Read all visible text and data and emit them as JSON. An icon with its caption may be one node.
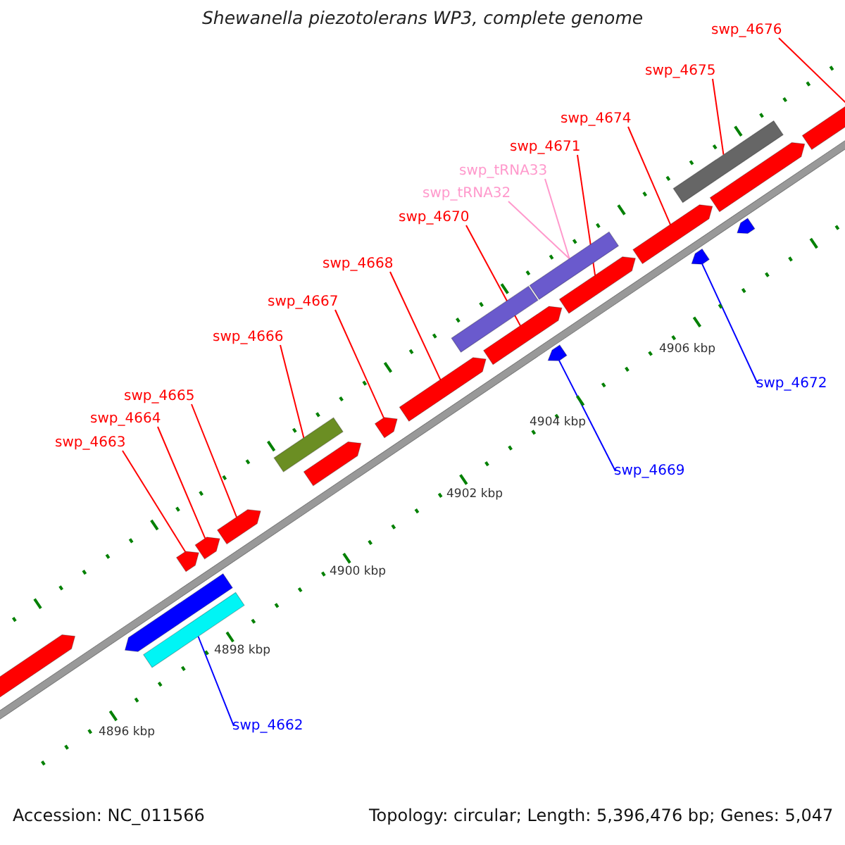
{
  "diagram": {
    "title": "Shewanella piezotolerans WP3, complete genome",
    "nodes": [
      {
        "text": [
          "swp_4676"
        ]
      },
      {
        "text": [
          "swp_4675"
        ]
      },
      {
        "text": [
          "swp_4674"
        ]
      },
      {
        "text": [
          "swp_4671"
        ]
      },
      {
        "text": [
          "swp_tRNA33"
        ]
      },
      {
        "text": [
          "swp_tRNA32"
        ]
      },
      {
        "text": [
          "swp_4670"
        ]
      },
      {
        "text": [
          "swp_4668"
        ]
      },
      {
        "text": [
          "swp_4667"
        ]
      },
      {
        "text": [
          "swp_4666"
        ]
      },
      {
        "text": [
          "swp_4665"
        ]
      },
      {
        "text": [
          "swp_4664"
        ]
      },
      {
        "text": [
          "swp_4663"
        ]
      },
      {
        "text": [
          "swp_4672"
        ]
      },
      {
        "text": [
          "swp_4669"
        ]
      },
      {
        "text": [
          "swp_4662"
        ]
      },
      {
        "text": [],
        "shape": "arrow"
      },
      {
        "text": [],
        "shape": "arrow"
      },
      {
        "text": [],
        "shape": "bar"
      },
      {
        "text": [],
        "shape": "arrow"
      },
      {
        "text": [],
        "shape": "arrow"
      },
      {
        "text": [],
        "shape": "arrow"
      },
      {
        "text": [],
        "shape": "bar"
      },
      {
        "text": [],
        "shape": "arrow"
      },
      {
        "text": [],
        "shape": "arrow"
      },
      {
        "text": [],
        "shape": "arrow"
      },
      {
        "text": [],
        "shape": "bar"
      },
      {
        "text": [],
        "shape": "arrow"
      },
      {
        "text": [],
        "shape": "arrow"
      },
      {
        "text": [],
        "shape": "bar"
      },
      {
        "text": [],
        "shape": "arrow"
      },
      {
        "text": [],
        "shape": "arrow"
      },
      {
        "text": [],
        "shape": "arrow"
      },
      {
        "text": [],
        "shape": "bar"
      },
      {
        "text": [],
        "shape": "arrow"
      },
      {
        "text": [],
        "shape": "arrow"
      },
      {
        "text": [],
        "shape": "arrow"
      }
    ],
    "edges": [
      {
        "from": 0,
        "to": 36,
        "arrow": "none"
      },
      {
        "from": 1,
        "to": 33,
        "arrow": "none"
      },
      {
        "from": 2,
        "to": 31,
        "arrow": "none"
      },
      {
        "from": 3,
        "to": 30,
        "arrow": "none"
      },
      {
        "from": 4,
        "to": 29,
        "arrow": "none",
        "color": "#ff99cc"
      },
      {
        "from": 5,
        "to": 29,
        "arrow": "none",
        "color": "#ff99cc"
      },
      {
        "from": 6,
        "to": 27,
        "arrow": "none"
      },
      {
        "from": 7,
        "to": 25,
        "arrow": "none"
      },
      {
        "from": 8,
        "to": 24,
        "arrow": "none"
      },
      {
        "from": 9,
        "to": 22,
        "arrow": "none"
      },
      {
        "from": 10,
        "to": 21,
        "arrow": "none"
      },
      {
        "from": 11,
        "to": 20,
        "arrow": "none"
      },
      {
        "from": 12,
        "to": 19,
        "arrow": "none"
      },
      {
        "from": 13,
        "to": 32,
        "arrow": "none",
        "color": "#0000ff"
      },
      {
        "from": 14,
        "to": 28,
        "arrow": "none",
        "color": "#0000ff"
      },
      {
        "from": 15,
        "to": 18,
        "arrow": "none",
        "color": "#0000ff"
      }
    ],
    "labels": [
      "4896 kbp",
      "4898 kbp",
      "4900 kbp",
      "4902 kbp",
      "4904 kbp",
      "4906 kbp",
      "Accession: NC_011566",
      "Topology: circular; Length: 5,396,476 bp; Genes: 5,047"
    ]
  }
}
